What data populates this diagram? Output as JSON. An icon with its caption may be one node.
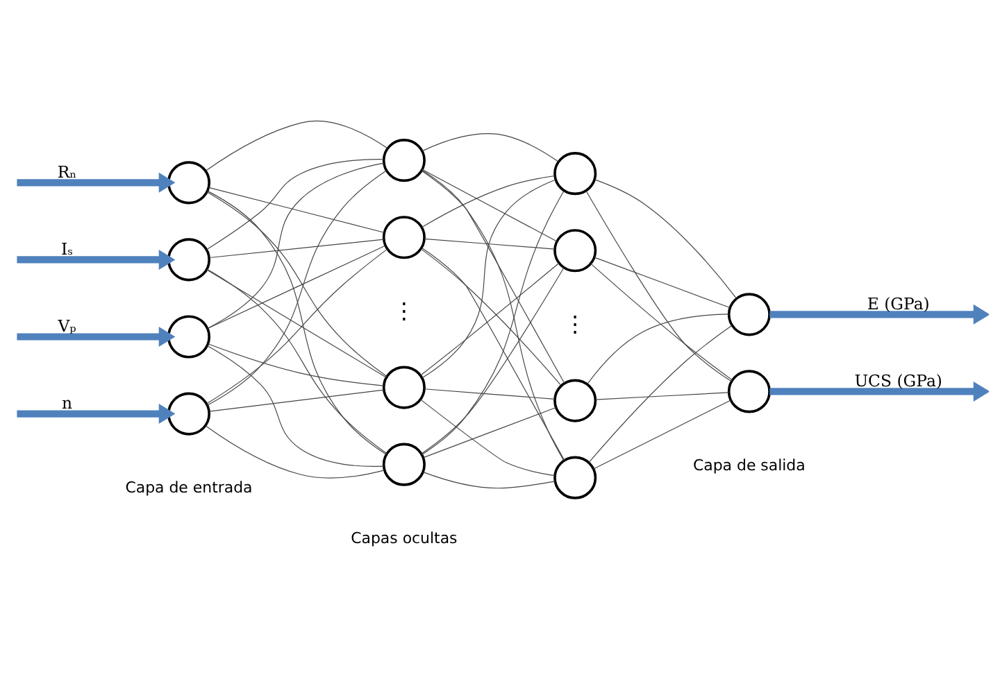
{
  "diagram": {
    "nodes": [
      {
        "text": [],
        "shape": "circle"
      },
      {
        "text": [],
        "shape": "circle"
      },
      {
        "text": [],
        "shape": "circle"
      },
      {
        "text": [],
        "shape": "circle"
      },
      {
        "text": [],
        "shape": "circle"
      },
      {
        "text": [],
        "shape": "circle"
      },
      {
        "text": [],
        "shape": "circle"
      },
      {
        "text": [],
        "shape": "circle"
      },
      {
        "text": [],
        "shape": "circle"
      },
      {
        "text": [],
        "shape": "circle"
      },
      {
        "text": [],
        "shape": "circle"
      },
      {
        "text": [],
        "shape": "circle"
      },
      {
        "text": [],
        "shape": "circle"
      },
      {
        "text": [],
        "shape": "circle"
      }
    ],
    "edges": [
      {
        "from": null,
        "to": 0,
        "arrow": "to",
        "label": "Rₙ",
        "style": "thick",
        "color": "#4f81bd"
      },
      {
        "from": null,
        "to": 1,
        "arrow": "to",
        "label": "Iₛ",
        "style": "thick",
        "color": "#4f81bd"
      },
      {
        "from": null,
        "to": 2,
        "arrow": "to",
        "label": "Vₚ",
        "style": "thick",
        "color": "#4f81bd"
      },
      {
        "from": null,
        "to": 3,
        "arrow": "to",
        "label": "n",
        "style": "thick",
        "color": "#4f81bd"
      },
      {
        "from": 0,
        "to": 4,
        "arrow": "none"
      },
      {
        "from": 0,
        "to": 5,
        "arrow": "none"
      },
      {
        "from": 0,
        "to": 6,
        "arrow": "none"
      },
      {
        "from": 0,
        "to": 7,
        "arrow": "none"
      },
      {
        "from": 1,
        "to": 4,
        "arrow": "none"
      },
      {
        "from": 1,
        "to": 5,
        "arrow": "none"
      },
      {
        "from": 1,
        "to": 6,
        "arrow": "none"
      },
      {
        "from": 1,
        "to": 7,
        "arrow": "none"
      },
      {
        "from": 2,
        "to": 4,
        "arrow": "none"
      },
      {
        "from": 2,
        "to": 5,
        "arrow": "none"
      },
      {
        "from": 2,
        "to": 6,
        "arrow": "none"
      },
      {
        "from": 2,
        "to": 7,
        "arrow": "none"
      },
      {
        "from": 3,
        "to": 4,
        "arrow": "none"
      },
      {
        "from": 3,
        "to": 5,
        "arrow": "none"
      },
      {
        "from": 3,
        "to": 6,
        "arrow": "none"
      },
      {
        "from": 3,
        "to": 7,
        "arrow": "none"
      },
      {
        "from": 4,
        "to": 8,
        "arrow": "none"
      },
      {
        "from": 4,
        "to": 9,
        "arrow": "none"
      },
      {
        "from": 4,
        "to": 10,
        "arrow": "none"
      },
      {
        "from": 4,
        "to": 11,
        "arrow": "none"
      },
      {
        "from": 5,
        "to": 8,
        "arrow": "none"
      },
      {
        "from": 5,
        "to": 9,
        "arrow": "none"
      },
      {
        "from": 5,
        "to": 10,
        "arrow": "none"
      },
      {
        "from": 5,
        "to": 11,
        "arrow": "none"
      },
      {
        "from": 6,
        "to": 8,
        "arrow": "none"
      },
      {
        "from": 6,
        "to": 9,
        "arrow": "none"
      },
      {
        "from": 6,
        "to": 10,
        "arrow": "none"
      },
      {
        "from": 6,
        "to": 11,
        "arrow": "none"
      },
      {
        "from": 7,
        "to": 8,
        "arrow": "none"
      },
      {
        "from": 7,
        "to": 9,
        "arrow": "none"
      },
      {
        "from": 7,
        "to": 10,
        "arrow": "none"
      },
      {
        "from": 7,
        "to": 11,
        "arrow": "none"
      },
      {
        "from": 8,
        "to": 12,
        "arrow": "none"
      },
      {
        "from": 8,
        "to": 13,
        "arrow": "none"
      },
      {
        "from": 9,
        "to": 12,
        "arrow": "none"
      },
      {
        "from": 9,
        "to": 13,
        "arrow": "none"
      },
      {
        "from": 10,
        "to": 12,
        "arrow": "none"
      },
      {
        "from": 10,
        "to": 13,
        "arrow": "none"
      },
      {
        "from": 11,
        "to": 12,
        "arrow": "none"
      },
      {
        "from": 11,
        "to": 13,
        "arrow": "none"
      },
      {
        "from": 12,
        "to": null,
        "arrow": "to",
        "label": "E (GPa)",
        "style": "thick",
        "color": "#4f81bd"
      },
      {
        "from": 13,
        "to": null,
        "arrow": "to",
        "label": "UCS (GPa)",
        "style": "thick",
        "color": "#4f81bd"
      }
    ],
    "labels": [
      "⋮",
      "⋮",
      "Capa de salida",
      "Capas ocultas",
      "Capa de entrada"
    ]
  }
}
